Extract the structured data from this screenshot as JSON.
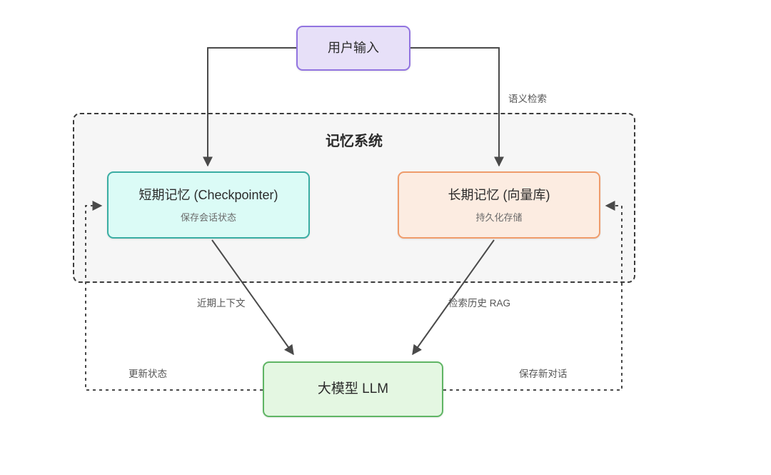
{
  "diagram": {
    "background": "#ffffff",
    "cluster": {
      "label": "记忆系统",
      "fill": "#f6f6f6",
      "stroke": "#3c3c3c"
    },
    "nodes": {
      "user_input": {
        "title": "用户输入",
        "fill": "#e7e0f8",
        "stroke": "#9274e0"
      },
      "short_term": {
        "title": "短期记忆 (Checkpointer)",
        "subtitle": "保存会话状态",
        "fill": "#dbfbf6",
        "stroke": "#3aada3"
      },
      "long_term": {
        "title": "长期记忆 (向量库)",
        "subtitle": "持久化存储",
        "fill": "#fcece1",
        "stroke": "#ef9c6b"
      },
      "llm": {
        "title": "大模型 LLM",
        "fill": "#e4f7e2",
        "stroke": "#5fb564"
      }
    },
    "edge_labels": {
      "semantic_retrieval": "语义检索",
      "recent_context": "近期上下文",
      "retrieve_history": "检索历史 RAG",
      "update_state": "更新状态",
      "save_dialog": "保存新对话"
    },
    "edge_color": "#4a4a4a"
  }
}
